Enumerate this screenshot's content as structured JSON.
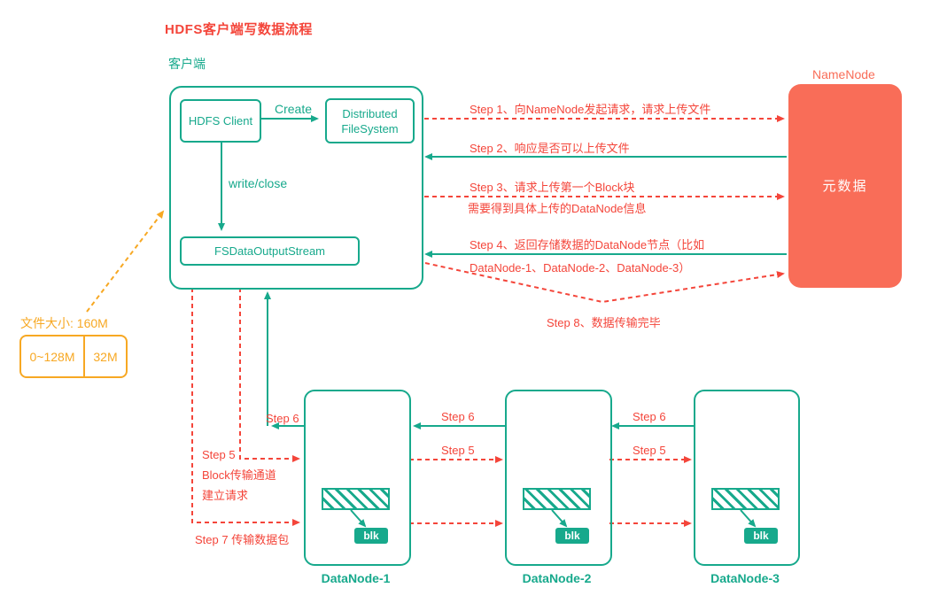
{
  "title": "HDFS客户端写数据流程",
  "colors": {
    "teal": "#17a98c",
    "red": "#f4453a",
    "salmon": "#f96d58",
    "orange": "#f7a823"
  },
  "client": {
    "label": "客户端",
    "hdfs_client": "HDFS Client",
    "create_label": "Create",
    "distributed_fs_line1": "Distributed",
    "distributed_fs_line2": "FileSystem",
    "write_close_label": "write/close",
    "fs_output_stream": "FSDataOutputStream"
  },
  "namenode": {
    "label": "NameNode",
    "content": "元数据"
  },
  "steps": {
    "step1": "Step 1、向NameNode发起请求，请求上传文件",
    "step2": "Step 2、响应是否可以上传文件",
    "step3_line1": "Step 3、请求上传第一个Block块",
    "step3_line2": "需要得到具体上传的DataNode信息",
    "step4_line1": "Step 4、返回存储数据的DataNode节点（比如",
    "step4_line2": "DataNode-1、DataNode-2、DataNode-3）",
    "step5_short": "Step 5",
    "step5_line2": "Block传输通道",
    "step5_line3": "建立请求",
    "step6": "Step 6",
    "step7": "Step 7 传输数据包",
    "step8": "Step 8、数据传输完毕"
  },
  "file_size": {
    "label": "文件大小: 160M",
    "block1": "0~128M",
    "block2": "32M"
  },
  "datanodes": [
    {
      "name": "DataNode-1",
      "blk": "blk"
    },
    {
      "name": "DataNode-2",
      "blk": "blk"
    },
    {
      "name": "DataNode-3",
      "blk": "blk"
    }
  ]
}
